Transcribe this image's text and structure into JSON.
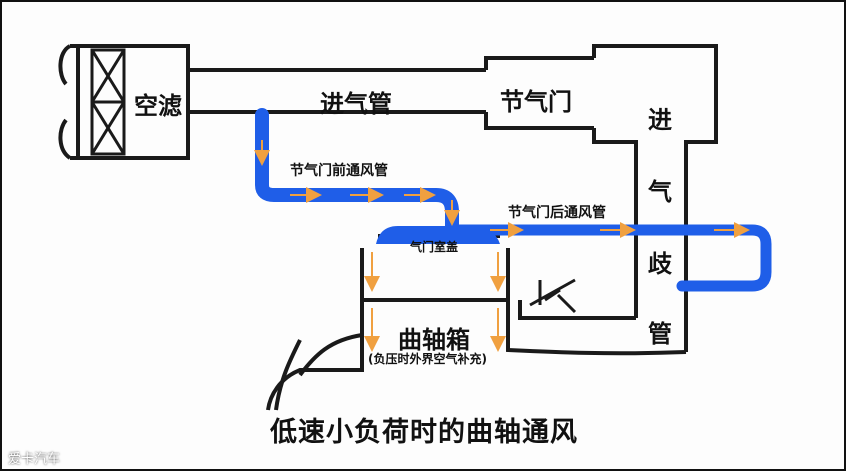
{
  "labels": {
    "air_filter": "空滤",
    "intake_pipe": "进气管",
    "throttle": "节气门",
    "manifold_chars": [
      "进",
      "气",
      "歧",
      "管"
    ],
    "front_vent": "节气门前通风管",
    "rear_vent": "节气门后通风管",
    "valve_cover": "气门室盖",
    "crankcase": "曲轴箱",
    "crankcase_note": "(负压时外界空气补充)"
  },
  "title": "低速小负荷时的曲轴通风",
  "watermark": "爱卡汽车",
  "colors": {
    "vent_flow": "#1f5ee8",
    "arrow": "#f0a040",
    "outline": "#1a1a1a",
    "background": "#fdfdfd"
  }
}
